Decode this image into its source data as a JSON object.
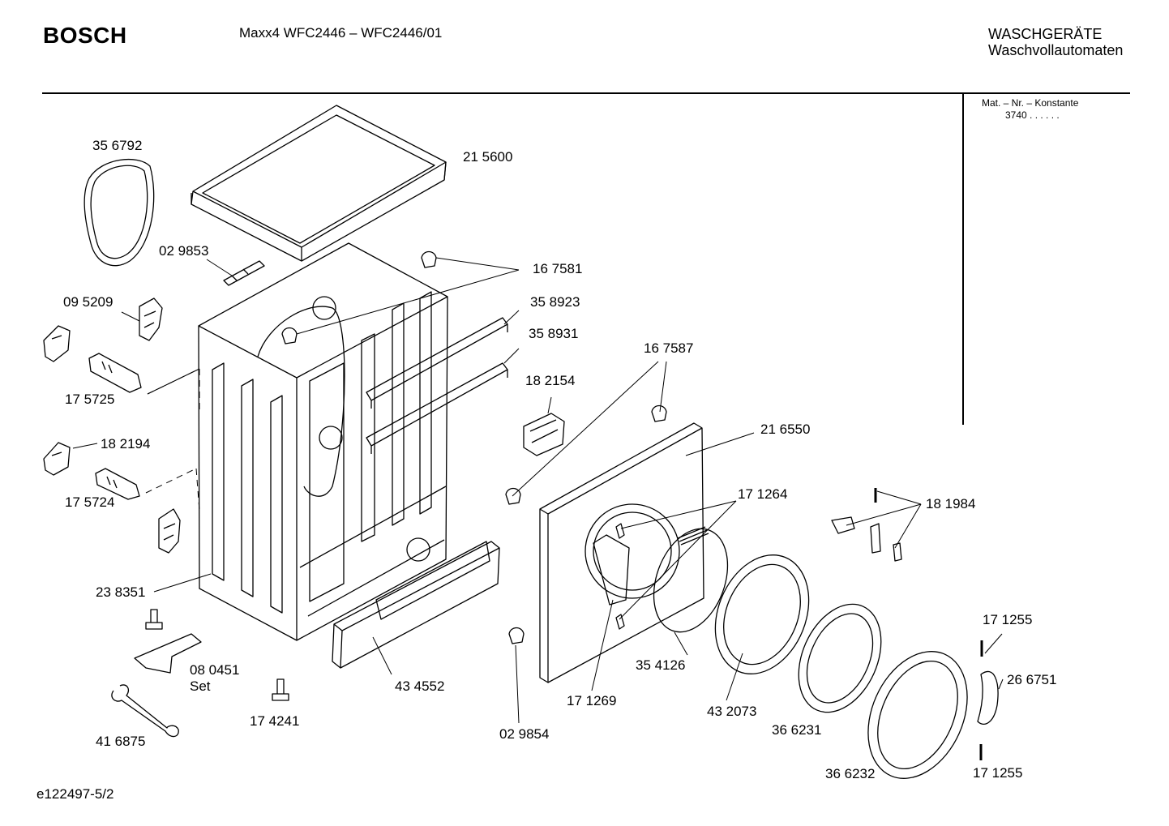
{
  "header": {
    "brand": "BOSCH",
    "model": "Maxx4 WFC2446 – WFC2446/01",
    "category_line1": "WASCHGERÄTE",
    "category_line2": "Waschvollautomaten"
  },
  "side_panel": {
    "mat_label": "Mat. – Nr. – Konstante",
    "mat_value": "3740  .  .  .  .  .  ."
  },
  "footer": {
    "doc_id": "e122497-5/2"
  },
  "parts": [
    {
      "key": "p356792",
      "number": "35 6792"
    },
    {
      "key": "p215600",
      "number": "21 5600"
    },
    {
      "key": "p029853",
      "number": "02 9853"
    },
    {
      "key": "p167581",
      "number": "16 7581"
    },
    {
      "key": "p095209",
      "number": "09 5209"
    },
    {
      "key": "p358923",
      "number": "35 8923"
    },
    {
      "key": "p358931",
      "number": "35 8931"
    },
    {
      "key": "p175725",
      "number": "17 5725"
    },
    {
      "key": "p167587",
      "number": "16 7587"
    },
    {
      "key": "p182154",
      "number": "18 2154"
    },
    {
      "key": "p216550",
      "number": "21 6550"
    },
    {
      "key": "p182194",
      "number": "18 2194"
    },
    {
      "key": "p171264",
      "number": "17 1264"
    },
    {
      "key": "p175724",
      "number": "17 5724"
    },
    {
      "key": "p181984",
      "number": "18 1984"
    },
    {
      "key": "p238351",
      "number": "23 8351"
    },
    {
      "key": "p171255a",
      "number": "17 1255"
    },
    {
      "key": "p080451",
      "number": "08 0451"
    },
    {
      "key": "p080451set",
      "number": "Set"
    },
    {
      "key": "p434552",
      "number": "43 4552"
    },
    {
      "key": "p354126",
      "number": "35 4126"
    },
    {
      "key": "p266751",
      "number": "26 6751"
    },
    {
      "key": "p171269",
      "number": "17 1269"
    },
    {
      "key": "p432073",
      "number": "43 2073"
    },
    {
      "key": "p174241",
      "number": "17 4241"
    },
    {
      "key": "p366231",
      "number": "36 6231"
    },
    {
      "key": "p416875",
      "number": "41 6875"
    },
    {
      "key": "p029854",
      "number": "02 9854"
    },
    {
      "key": "p366232",
      "number": "36 6232"
    },
    {
      "key": "p171255b",
      "number": "17 1255"
    }
  ]
}
